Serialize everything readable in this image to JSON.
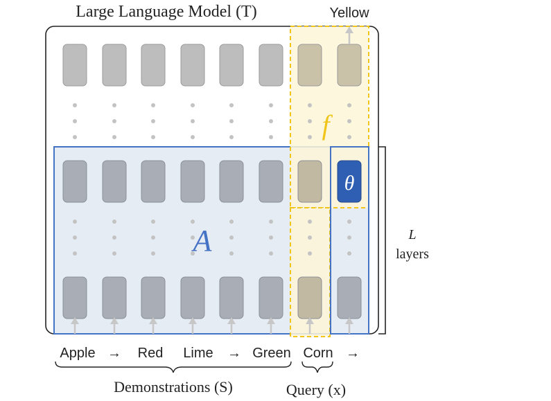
{
  "title": "Large Language Model (T)",
  "output_label": "Yellow",
  "function_symbol": "f",
  "param_symbol": "θ",
  "region_symbol": "A",
  "layers_label": {
    "L": "L",
    "word": "layers"
  },
  "tokens": [
    "Apple",
    "→",
    "Red",
    "Lime",
    "→",
    "Green",
    "Corn",
    "→"
  ],
  "brace_labels": {
    "demonstrations": "Demonstrations (S)",
    "query": "Query (x)"
  },
  "colors": {
    "node_gray": "#bdbdbd",
    "node_dark": "#a9aeb6",
    "node_tan": "#c9c1a8",
    "region_blue_fill": "#e6ecf4",
    "region_blue_stroke": "#4472c4",
    "f_yellow_fill": "#fdf6d8",
    "f_yellow_stroke": "#f0c419",
    "theta_fill": "#2f5fb3",
    "dots": "#c3c3c3",
    "arrow": "#c7c7c7"
  }
}
